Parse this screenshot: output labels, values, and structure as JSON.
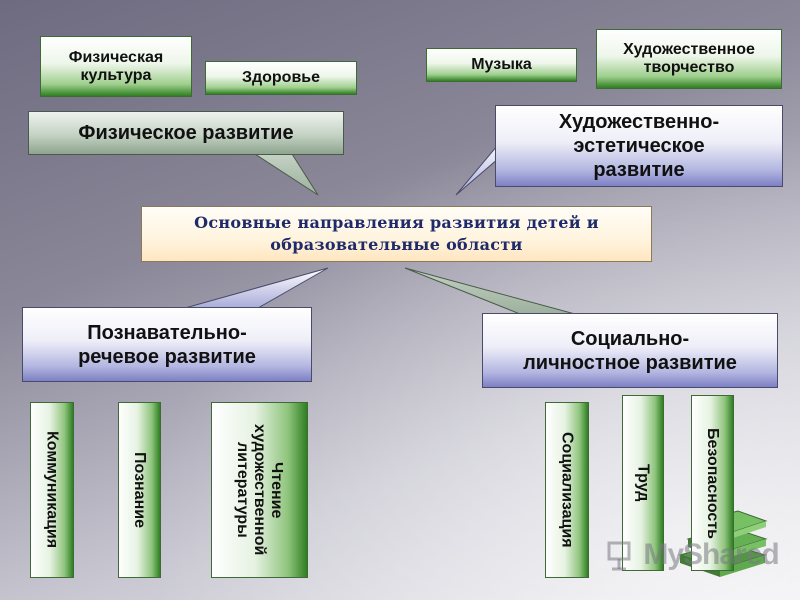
{
  "top_areas": {
    "physical_culture": "Физическая\nкультура",
    "health": "Здоровье",
    "music": "Музыка",
    "art_creativity": "Художественное\nтворчество"
  },
  "directions": {
    "physical": "Физическое развитие",
    "artistic": "Художественно-\nэстетическое\nразвитие",
    "cognitive": "Познавательно-\nречевое развитие",
    "social": "Социально-\nличностное развитие"
  },
  "center": {
    "title": "Основные направления развития детей и\nобразовательные области"
  },
  "bottom_areas": {
    "communication": "Коммуникация",
    "cognition": "Познание",
    "reading": "Чтение\nхудожественной\nлитературы",
    "socialization": "Социализация",
    "labor": "Труд",
    "safety": "Безопасность"
  },
  "watermark": {
    "text": "MyShared"
  },
  "colors": {
    "green_dark": "#2f7f22",
    "blue_accent": "#7d80c4",
    "center_text": "#1f2a6b"
  }
}
